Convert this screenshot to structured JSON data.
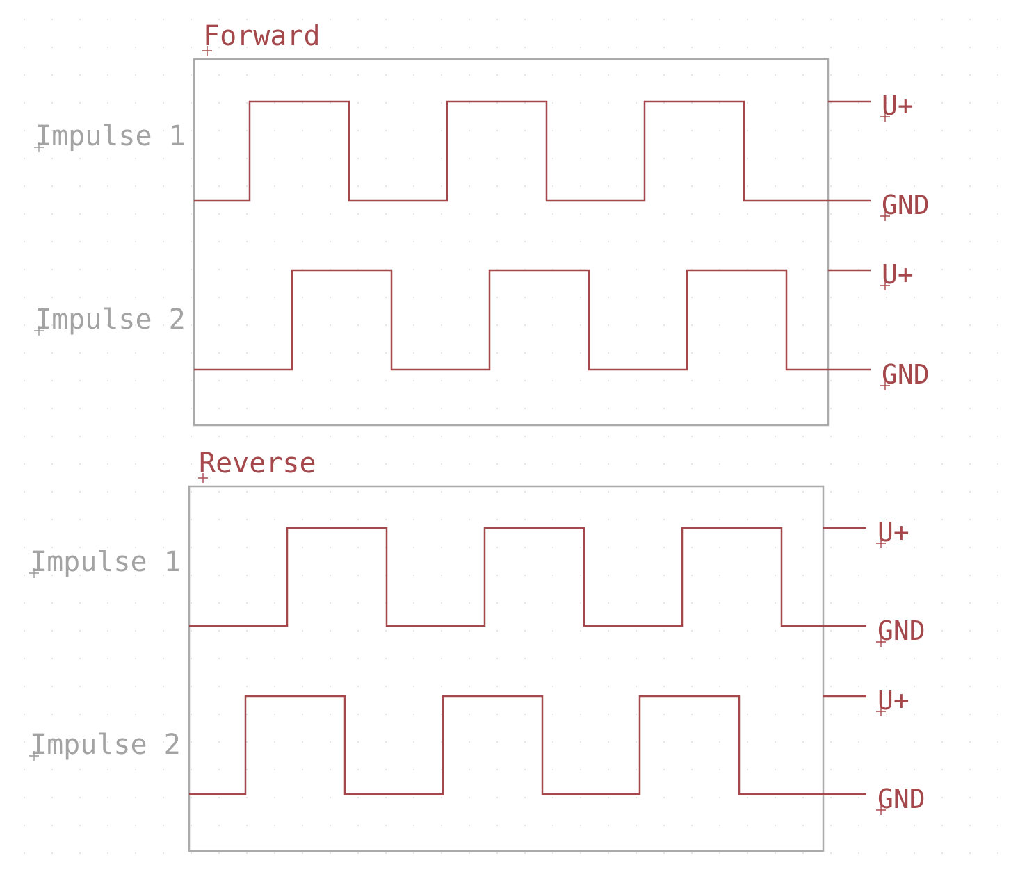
{
  "panels": [
    {
      "id": "forward",
      "title": "Forward",
      "channels": [
        {
          "label": "Impulse 1",
          "high_label": "U+",
          "low_label": "GND"
        },
        {
          "label": "Impulse 2",
          "high_label": "U+",
          "low_label": "GND"
        }
      ]
    },
    {
      "id": "reverse",
      "title": "Reverse",
      "channels": [
        {
          "label": "Impulse 1",
          "high_label": "U+",
          "low_label": "GND"
        },
        {
          "label": "Impulse 2",
          "high_label": "U+",
          "low_label": "GND"
        }
      ]
    }
  ],
  "colors": {
    "signal": "#a5484c",
    "frame": "#ababab",
    "channel_label": "#a3a3a3",
    "grid_dot": "#e6e6e6"
  }
}
